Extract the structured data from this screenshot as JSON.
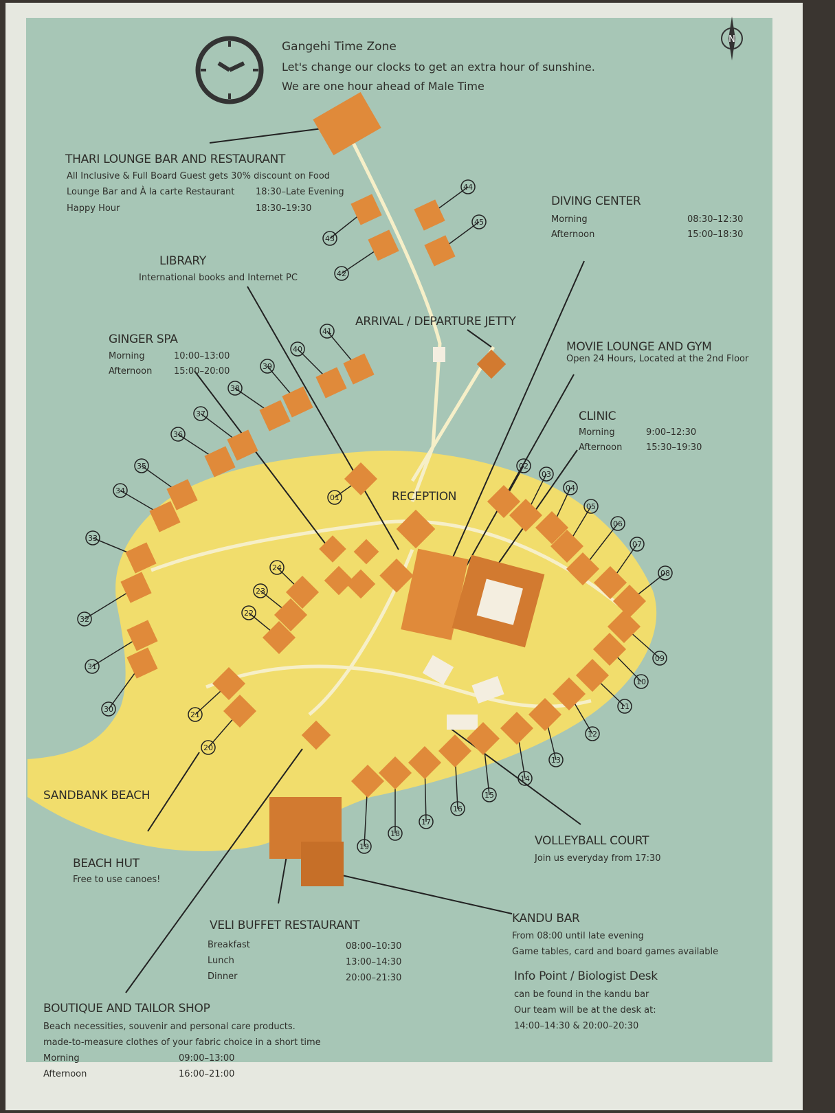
{
  "timezone": {
    "title": "Gangehi Time Zone",
    "line1": "Let's change our clocks to get an extra hour of sunshine.",
    "line2": "We are one hour ahead of Male Time",
    "icon": "clock-icon"
  },
  "compass": {
    "label": "N"
  },
  "thari": {
    "title": "THARI LOUNGE BAR AND RESTAURANT",
    "note": "All Inclusive & Full Board Guest gets 30% discount on Food",
    "rows": [
      [
        "Lounge Bar and À la carte Restaurant",
        "18:30–Late Evening"
      ],
      [
        "Happy Hour",
        "18:30–19:30"
      ]
    ]
  },
  "diving": {
    "title": "DIVING CENTER",
    "rows": [
      [
        "Morning",
        "08:30–12:30"
      ],
      [
        "Afternoon",
        "15:00–18:30"
      ]
    ]
  },
  "library": {
    "title": "LIBRARY",
    "note": "International books and Internet PC"
  },
  "jetty": {
    "title": "ARRIVAL / DEPARTURE JETTY"
  },
  "movie": {
    "title": "MOVIE LOUNGE AND GYM",
    "note": "Open 24 Hours, Located at the 2nd Floor"
  },
  "spa": {
    "title": "GINGER SPA",
    "rows": [
      [
        "Morning",
        "10:00–13:00"
      ],
      [
        "Afternoon",
        "15:00–20:00"
      ]
    ]
  },
  "clinic": {
    "title": "CLINIC",
    "rows": [
      [
        "Morning",
        "9:00–12:30"
      ],
      [
        "Afternoon",
        "15:30–19:30"
      ]
    ]
  },
  "reception": {
    "title": "RECEPTION"
  },
  "sandbank": {
    "title": "SANDBANK BEACH"
  },
  "beachhut": {
    "title": "BEACH HUT",
    "note": "Free to use canoes!"
  },
  "volleyball": {
    "title": "VOLLEYBALL COURT",
    "note": "Join us everyday from 17:30"
  },
  "veli": {
    "title": "VELI BUFFET RESTAURANT",
    "rows": [
      [
        "Breakfast",
        "08:00–10:30"
      ],
      [
        "Lunch",
        "13:00–14:30"
      ],
      [
        "Dinner",
        "20:00–21:30"
      ]
    ]
  },
  "kandu": {
    "title": "KANDU BAR",
    "line1": "From 08:00 until late evening",
    "line2": "Game tables, card and board games available"
  },
  "info": {
    "title": "Info Point / Biologist Desk",
    "line1": "can be found in the kandu bar",
    "line2": "Our team will be at the desk at:",
    "line3": "14:00–14:30 & 20:00–20:30"
  },
  "boutique": {
    "title": "BOUTIQUE AND TAILOR SHOP",
    "line1": "Beach necessities, souvenir and personal care products.",
    "line2": "made-to-measure clothes of your fabric choice in a short time",
    "rows": [
      [
        "Morning",
        "09:00–13:00"
      ],
      [
        "Afternoon",
        "16:00–21:00"
      ]
    ]
  },
  "villas": [
    "01",
    "02",
    "03",
    "04",
    "05",
    "06",
    "07",
    "08",
    "09",
    "10",
    "11",
    "12",
    "13",
    "14",
    "15",
    "16",
    "17",
    "18",
    "19",
    "20",
    "21",
    "22",
    "23",
    "24",
    "30",
    "31",
    "32",
    "33",
    "34",
    "35",
    "36",
    "37",
    "38",
    "39",
    "40",
    "41",
    "42",
    "43",
    "44",
    "45"
  ],
  "colors": {
    "sea": "#a7c6b6",
    "island": "#f1dd6c",
    "roof": "#e08a3a",
    "roofDark": "#c66f28",
    "ink": "#2e2e2a"
  }
}
